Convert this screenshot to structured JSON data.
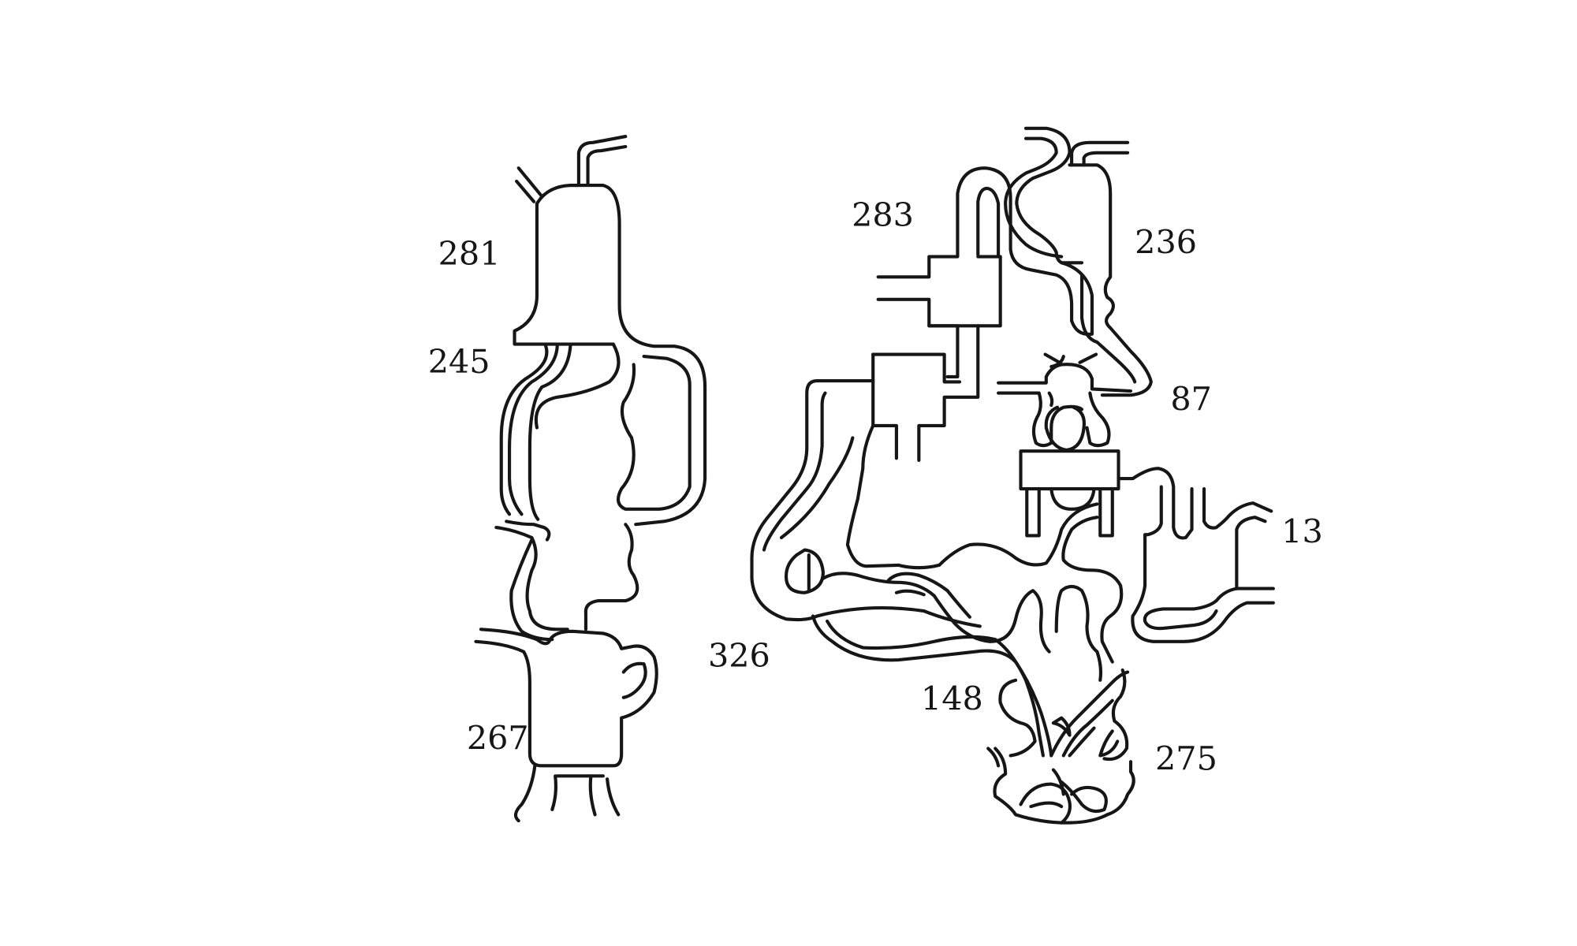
{
  "style": {
    "stroke_color": "#161616",
    "background": "#ffffff"
  },
  "labels": {
    "l281": "281",
    "l245": "245",
    "l267": "267",
    "l326": "326",
    "l283": "283",
    "l236": "236",
    "l87": "87",
    "l13": "13",
    "l148": "148",
    "l275": "275"
  }
}
